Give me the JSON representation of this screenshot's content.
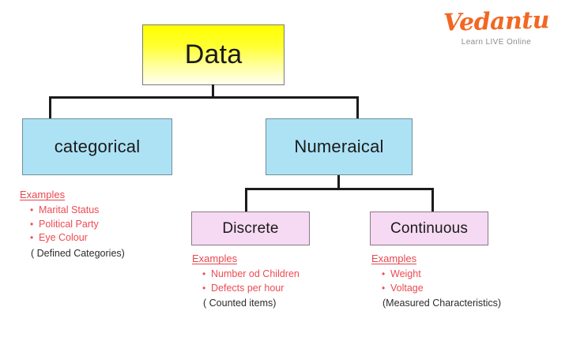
{
  "logo": {
    "name": "Vedantu",
    "tagline": "Learn LIVE Online",
    "color": "#f26722"
  },
  "diagram": {
    "type": "tree",
    "root": {
      "label": "Data",
      "color": "#ffff00"
    },
    "level1": [
      {
        "label": "categorical",
        "color": "#ade2f5",
        "examples": {
          "title": "Examples",
          "items": [
            "Marital Status",
            "Political Party",
            "Eye Colour"
          ],
          "note": "( Defined Categories)"
        }
      },
      {
        "label": "Numeraical",
        "color": "#ade2f5"
      }
    ],
    "level2": [
      {
        "label": "Discrete",
        "color": "#f6d9f2",
        "examples": {
          "title": "Examples",
          "items": [
            "Number od Children",
            "Defects per hour"
          ],
          "note": "( Counted items)"
        }
      },
      {
        "label": "Continuous",
        "color": "#f6d9f2",
        "examples": {
          "title": "Examples",
          "items": [
            "Weight",
            "Voltage"
          ],
          "note": "(Measured Characteristics)"
        }
      }
    ],
    "bullet_glyph": "•"
  }
}
